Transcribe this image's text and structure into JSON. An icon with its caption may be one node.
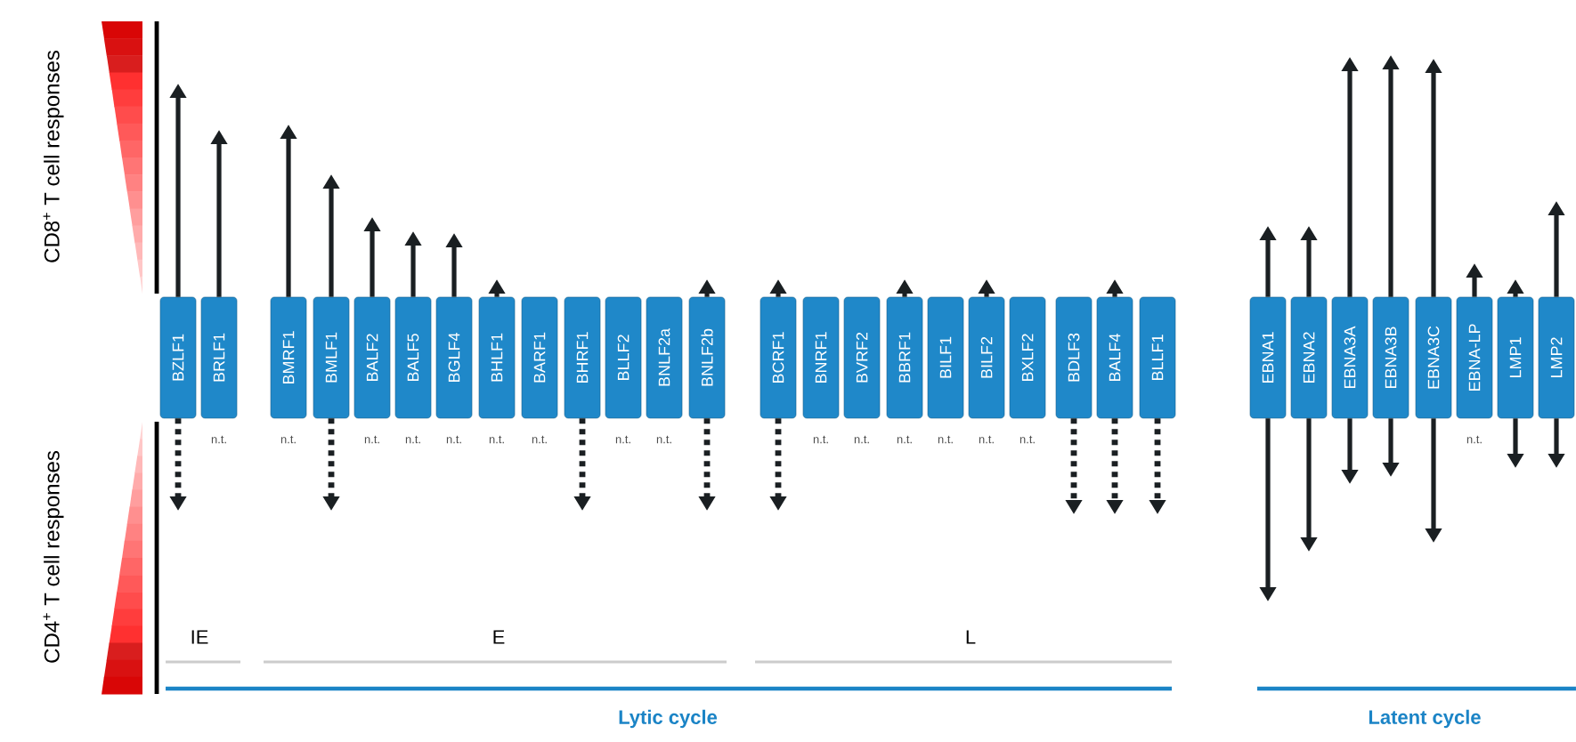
{
  "diagram": {
    "nodes": [
      {
        "text": [
          "BZLF1"
        ]
      },
      {
        "text": [
          "BRLF1"
        ],
        "beside": [
          "n.t."
        ]
      },
      {
        "text": [
          "BMRF1"
        ],
        "beside": [
          "n.t."
        ]
      },
      {
        "text": [
          "BMLF1"
        ]
      },
      {
        "text": [
          "BALF2"
        ],
        "beside": [
          "n.t."
        ]
      },
      {
        "text": [
          "BALF5"
        ],
        "beside": [
          "n.t."
        ]
      },
      {
        "text": [
          "BGLF4"
        ],
        "beside": [
          "n.t."
        ]
      },
      {
        "text": [
          "BHLF1"
        ],
        "beside": [
          "n.t."
        ]
      },
      {
        "text": [
          "BARF1"
        ],
        "beside": [
          "n.t."
        ]
      },
      {
        "text": [
          "BHRF1"
        ]
      },
      {
        "text": [
          "BLLF2"
        ],
        "beside": [
          "n.t."
        ]
      },
      {
        "text": [
          "BNLF2a"
        ],
        "beside": [
          "n.t."
        ]
      },
      {
        "text": [
          "BNLF2b"
        ]
      },
      {
        "text": [
          "BCRF1"
        ]
      },
      {
        "text": [
          "BNRF1"
        ],
        "beside": [
          "n.t."
        ]
      },
      {
        "text": [
          "BVRF2"
        ],
        "beside": [
          "n.t."
        ]
      },
      {
        "text": [
          "BBRF1"
        ],
        "beside": [
          "n.t."
        ]
      },
      {
        "text": [
          "BILF1"
        ],
        "beside": [
          "n.t."
        ]
      },
      {
        "text": [
          "BILF2"
        ],
        "beside": [
          "n.t."
        ]
      },
      {
        "text": [
          "BXLF2"
        ],
        "beside": [
          "n.t."
        ]
      },
      {
        "text": [
          "BDLF3"
        ]
      },
      {
        "text": [
          "BALF4"
        ]
      },
      {
        "text": [
          "BLLF1"
        ]
      },
      {
        "text": [
          "EBNA1"
        ]
      },
      {
        "text": [
          "EBNA2"
        ]
      },
      {
        "text": [
          "EBNA3A"
        ]
      },
      {
        "text": [
          "EBNA3B"
        ]
      },
      {
        "text": [
          "EBNA3C"
        ]
      },
      {
        "text": [
          "EBNA-LP"
        ],
        "beside": [
          "n.t."
        ]
      },
      {
        "text": [
          "LMP1"
        ]
      },
      {
        "text": [
          "LMP2"
        ]
      }
    ],
    "edges": [
      {
        "from": 0,
        "to": null,
        "arrow": "to"
      },
      {
        "from": 0,
        "to": null,
        "arrow": "to",
        "style": "dashed"
      },
      {
        "from": 1,
        "to": null,
        "arrow": "to"
      },
      {
        "from": 2,
        "to": null,
        "arrow": "to"
      },
      {
        "from": 3,
        "to": null,
        "arrow": "to"
      },
      {
        "from": 3,
        "to": null,
        "arrow": "to",
        "style": "dashed"
      },
      {
        "from": 4,
        "to": null,
        "arrow": "to"
      },
      {
        "from": 5,
        "to": null,
        "arrow": "to"
      },
      {
        "from": 6,
        "to": null,
        "arrow": "to"
      },
      {
        "from": 7,
        "to": null,
        "arrow": "to"
      },
      {
        "from": 9,
        "to": null,
        "arrow": "to",
        "style": "dashed"
      },
      {
        "from": 12,
        "to": null,
        "arrow": "to"
      },
      {
        "from": 12,
        "to": null,
        "arrow": "to",
        "style": "dashed"
      },
      {
        "from": 13,
        "to": null,
        "arrow": "to"
      },
      {
        "from": 13,
        "to": null,
        "arrow": "to",
        "style": "dashed"
      },
      {
        "from": 16,
        "to": null,
        "arrow": "to"
      },
      {
        "from": 18,
        "to": null,
        "arrow": "to"
      },
      {
        "from": 20,
        "to": null,
        "arrow": "to",
        "style": "dashed"
      },
      {
        "from": 21,
        "to": null,
        "arrow": "to"
      },
      {
        "from": 21,
        "to": null,
        "arrow": "to",
        "style": "dashed"
      },
      {
        "from": 22,
        "to": null,
        "arrow": "to",
        "style": "dashed"
      },
      {
        "from": 23,
        "to": null,
        "arrow": "to"
      },
      {
        "from": 23,
        "to": null,
        "arrow": "to"
      },
      {
        "from": 24,
        "to": null,
        "arrow": "to"
      },
      {
        "from": 24,
        "to": null,
        "arrow": "to"
      },
      {
        "from": 25,
        "to": null,
        "arrow": "to"
      },
      {
        "from": 25,
        "to": null,
        "arrow": "to"
      },
      {
        "from": 26,
        "to": null,
        "arrow": "to"
      },
      {
        "from": 26,
        "to": null,
        "arrow": "to"
      },
      {
        "from": 27,
        "to": null,
        "arrow": "to"
      },
      {
        "from": 27,
        "to": null,
        "arrow": "to"
      },
      {
        "from": 28,
        "to": null,
        "arrow": "to"
      },
      {
        "from": 29,
        "to": null,
        "arrow": "to"
      },
      {
        "from": 29,
        "to": null,
        "arrow": "to"
      },
      {
        "from": 30,
        "to": null,
        "arrow": "to"
      },
      {
        "from": 30,
        "to": null,
        "arrow": "to"
      }
    ],
    "labels": [
      "CD8$^{+}$ T cell responses",
      "CD4$^{+}$ T cell responses",
      "IE",
      "E",
      "L",
      "Lytic cycle",
      "Latent cycle"
    ]
  }
}
